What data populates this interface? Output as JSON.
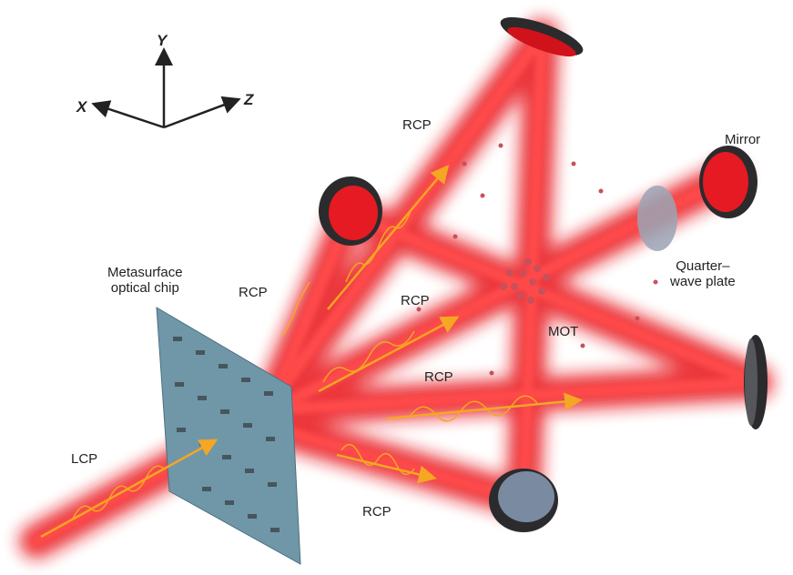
{
  "axes": {
    "x": "X",
    "y": "Y",
    "z": "Z"
  },
  "labels": {
    "rcp_top": "RCP",
    "rcp_left": "RCP",
    "rcp_mid": "RCP",
    "rcp_lower": "RCP",
    "rcp_bottom": "RCP",
    "lcp": "LCP",
    "mirror": "Mirror",
    "quarter_wave_plate_line1": "Quarter–",
    "quarter_wave_plate_line2": "wave plate",
    "metasurface_line1": "Metasurface",
    "metasurface_line2": "optical chip",
    "mot": "MOT"
  },
  "colors": {
    "beam": "#e8141c",
    "wave": "#f5a623",
    "chip": "#6f97a8",
    "atoms": "#c9505a"
  }
}
